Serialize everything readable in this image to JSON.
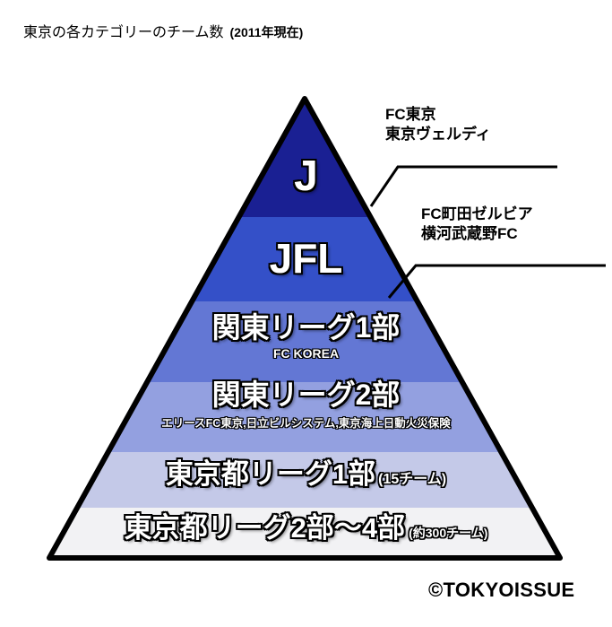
{
  "title": {
    "main": "東京の各カテゴリーのチーム数",
    "sub": "(2011年現在)"
  },
  "chart_data": {
    "type": "pyramid",
    "title": "東京の各カテゴリーのチーム数 (2011年現在)",
    "subtitle": "(2011年現在)",
    "orientation": "top-narrow",
    "levels": [
      {
        "rank": 1,
        "label": "J",
        "subtitle": "",
        "note": "",
        "color": "#1A2093",
        "teams": 2,
        "teams_text": "",
        "callout": [
          "FC東京",
          "東京ヴェルディ"
        ]
      },
      {
        "rank": 2,
        "label": "JFL",
        "subtitle": "",
        "note": "",
        "color": "#3450C8",
        "teams": 2,
        "teams_text": "",
        "callout": [
          "FC町田ゼルビア",
          "横河武蔵野FC"
        ]
      },
      {
        "rank": 3,
        "label": "関東リーグ1部",
        "subtitle": "FC KOREA",
        "note": "",
        "color": "#6377D4",
        "teams": 1,
        "teams_text": "",
        "callout": []
      },
      {
        "rank": 4,
        "label": "関東リーグ2部",
        "subtitle": "エリースFC東京,日立ビルシステム,東京海上日動火災保険",
        "note": "",
        "color": "#93A0E0",
        "teams": 3,
        "teams_text": "",
        "callout": []
      },
      {
        "rank": 5,
        "label": "東京都リーグ1部",
        "subtitle": "",
        "note": "(15チーム)",
        "color": "#C4C9E8",
        "teams": 15,
        "teams_text": "(15チーム)",
        "callout": []
      },
      {
        "rank": 6,
        "label": "東京都リーグ2部〜4部",
        "subtitle": "",
        "note": "(約300チーム)",
        "color": "#F2F2F4",
        "teams": 300,
        "teams_text": "(約300チーム)",
        "callout": []
      }
    ]
  },
  "tiers": [
    {
      "label": "J",
      "subtitle": "",
      "note": ""
    },
    {
      "label": "JFL",
      "subtitle": "",
      "note": ""
    },
    {
      "label": "関東リーグ1部",
      "subtitle": "FC KOREA",
      "note": ""
    },
    {
      "label": "関東リーグ2部",
      "subtitle": "エリースFC東京,日立ビルシステム,東京海上日動火災保険",
      "note": ""
    },
    {
      "label": "東京都リーグ1部",
      "subtitle": "",
      "note": "(15チーム)"
    },
    {
      "label": "東京都リーグ2部〜4部",
      "subtitle": "",
      "note": "(約300チーム)"
    }
  ],
  "annotations": [
    {
      "line1": "FC東京",
      "line2": "東京ヴェルディ"
    },
    {
      "line1": "FC町田ゼルビア",
      "line2": "横河武蔵野FC"
    }
  ],
  "credit": "©TOKYOISSUE",
  "colors": {
    "tier1": "#1A2093",
    "tier2": "#3450C8",
    "tier3": "#6377D4",
    "tier4": "#93A0E0",
    "tier5": "#C4C9E8",
    "tier6": "#F2F2F4",
    "outline": "#000000",
    "label_text": "#FFFFFF",
    "background": "#FFFFFF"
  }
}
